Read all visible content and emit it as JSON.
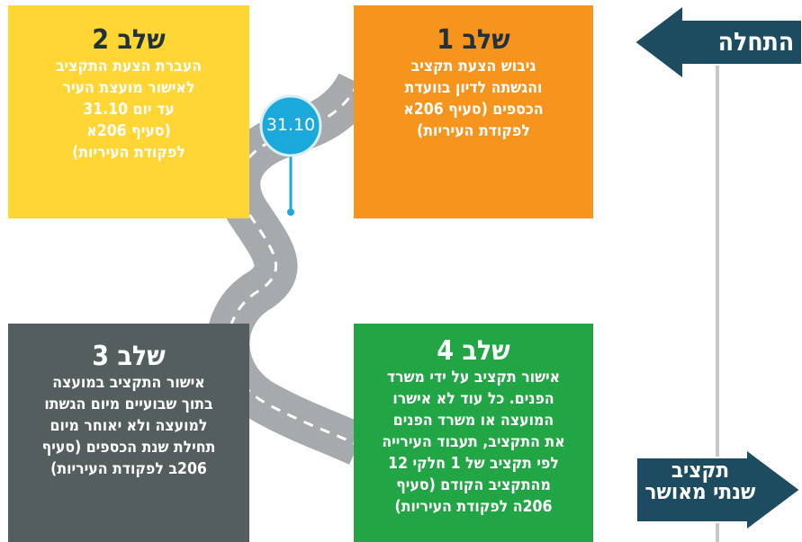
{
  "colors": {
    "step1": "#f7941d",
    "step2": "#ffd633",
    "step3": "#555e5f",
    "step4": "#22a544",
    "arrows": "#1d4c60",
    "road": "#a6aaad",
    "pin": "#1ba9dc"
  },
  "start_arrow": {
    "label": "התחלה"
  },
  "end_arrow": {
    "label": "תקציב\nשנתי מאושר"
  },
  "pin": {
    "label": "31.10"
  },
  "steps": [
    {
      "title": "שלב 1",
      "body": "גיבוש הצעת תקציב\nוהגשתה לדיון בוועדת\nהכספים (סעיף 206א\nלפקודת העיריות)"
    },
    {
      "title": "שלב 2",
      "body": "העברת הצעת התקציב\nלאישור מועצת העיר\nעד יום 31.10\n(סעיף 206א\nלפקודת העיריות)"
    },
    {
      "title": "שלב 3",
      "body": "אישור התקציב במועצה\nבתוך שבועיים מיום הגשתו\nלמועצה ולא יאוחר מיום\nתחילת שנת הכספים (סעיף\n206ב לפקודת העיריות)"
    },
    {
      "title": "שלב 4",
      "body": "אישור תקציב על ידי משרד\nהפנים. כל עוד לא אישרו\nהמועצה או משרד הפנים\nאת התקציב, תעבוד העירייה\nלפי תקציב של 1 חלקי 12\nמהתקציב הקודם (סעיף\n206ה לפקודת העיריות)"
    }
  ]
}
